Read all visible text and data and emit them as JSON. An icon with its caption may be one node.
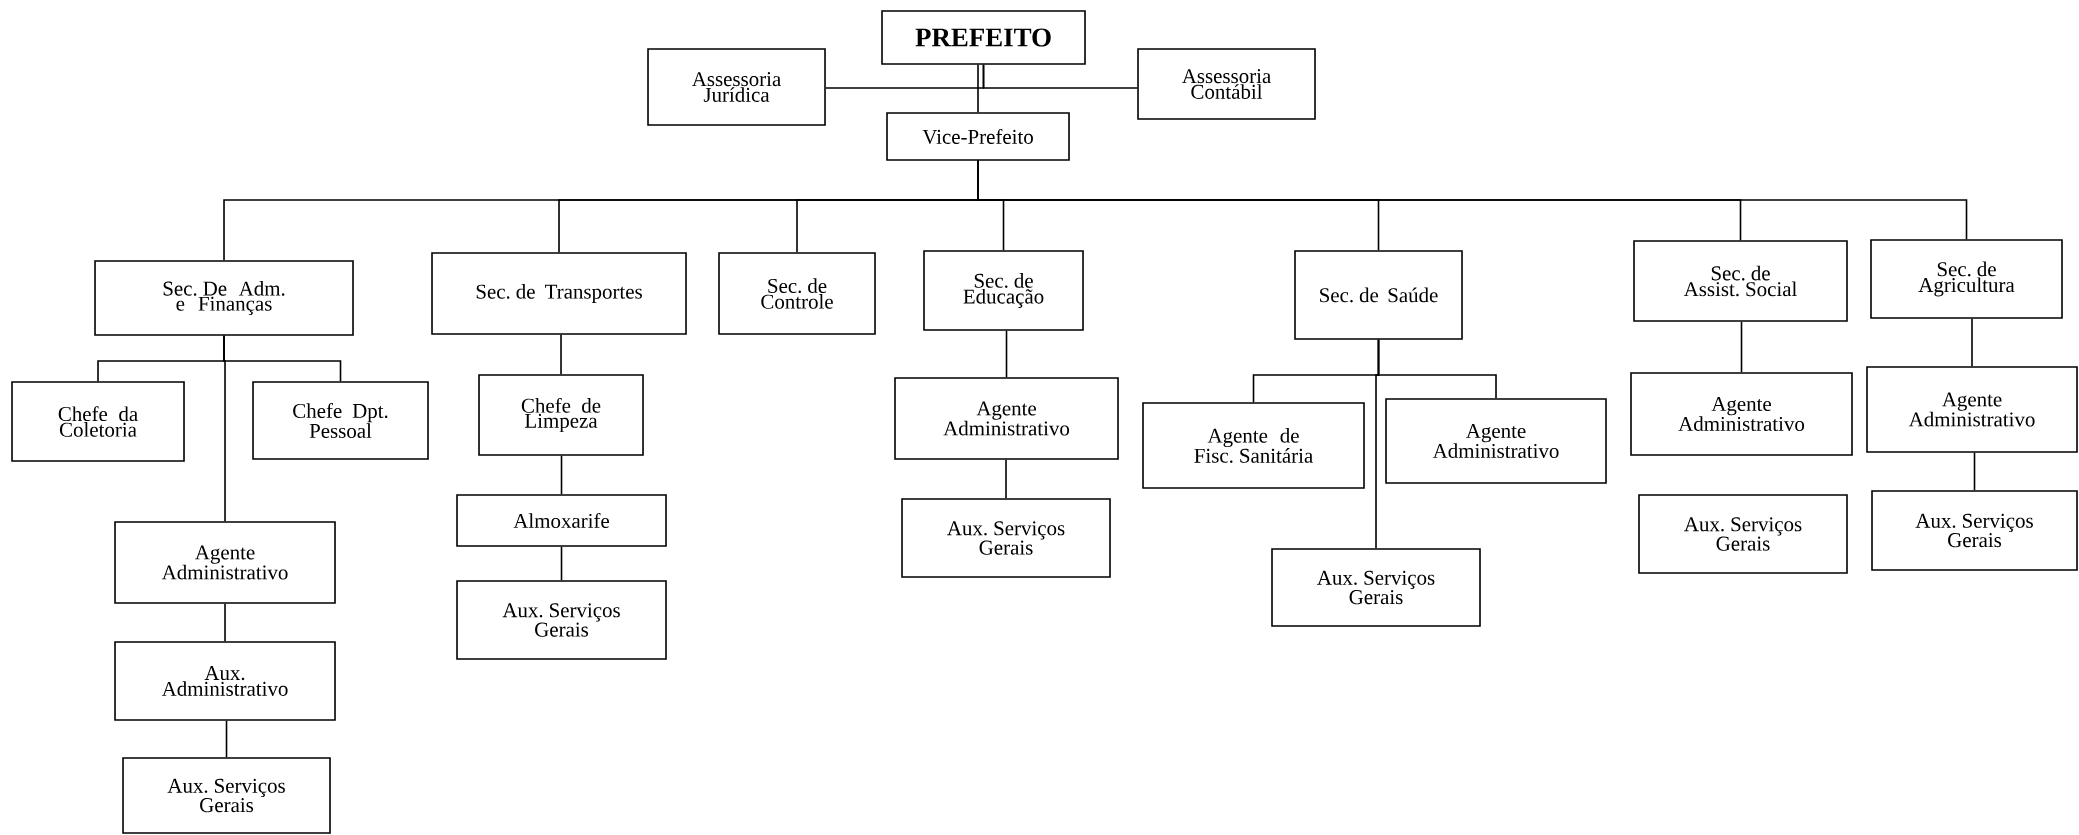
{
  "diagram": {
    "nodes": [
      {
        "text": [
          "PREFEITO"
        ]
      },
      {
        "text": [
          "Assessoria Jurídica"
        ]
      },
      {
        "text": [
          "Assessoria Contábil"
        ]
      },
      {
        "text": [
          "Vice-Prefeito"
        ]
      },
      {
        "text": [
          "Sec. De Adm. e Finanças"
        ]
      },
      {
        "text": [
          "Sec. de Transportes"
        ]
      },
      {
        "text": [
          "Sec. de Controle"
        ]
      },
      {
        "text": [
          "Sec. de Educação"
        ]
      },
      {
        "text": [
          "Sec. de Saúde"
        ]
      },
      {
        "text": [
          "Sec. de Assist. Social"
        ]
      },
      {
        "text": [
          "Sec. de Agricultura"
        ]
      },
      {
        "text": [
          "Chefe da Coletoria"
        ]
      },
      {
        "text": [
          "Chefe Dpt. Pessoal"
        ]
      },
      {
        "text": [
          "Agente Administrativo"
        ]
      },
      {
        "text": [
          "Aux. Administrativo"
        ]
      },
      {
        "text": [
          "Aux. Serviços Gerais"
        ]
      },
      {
        "text": [
          "Chefe de Limpeza"
        ]
      },
      {
        "text": [
          "Almoxarife"
        ]
      },
      {
        "text": [
          "Aux. Serviços Gerais"
        ]
      },
      {
        "text": [
          "Agente Administrativo"
        ]
      },
      {
        "text": [
          "Aux. Serviços Gerais"
        ]
      },
      {
        "text": [
          "Agente de Fisc. Sanitária"
        ]
      },
      {
        "text": [
          "Agente Administrativo"
        ]
      },
      {
        "text": [
          "Aux. Serviços Gerais"
        ]
      },
      {
        "text": [
          "Agente Administrativo"
        ]
      },
      {
        "text": [
          "Aux. Serviços Gerais"
        ]
      },
      {
        "text": [
          "Agente Administrativo"
        ]
      },
      {
        "text": [
          "Aux. Serviços Gerais"
        ]
      }
    ],
    "edges": [
      {
        "from": 0,
        "to": 1,
        "arrow": "none"
      },
      {
        "from": 0,
        "to": 2,
        "arrow": "none"
      },
      {
        "from": 0,
        "to": 3,
        "arrow": "none"
      },
      {
        "from": 3,
        "to": 4,
        "arrow": "none"
      },
      {
        "from": 3,
        "to": 5,
        "arrow": "none"
      },
      {
        "from": 3,
        "to": 6,
        "arrow": "none"
      },
      {
        "from": 3,
        "to": 7,
        "arrow": "none"
      },
      {
        "from": 3,
        "to": 8,
        "arrow": "none"
      },
      {
        "from": 3,
        "to": 9,
        "arrow": "none"
      },
      {
        "from": 3,
        "to": 10,
        "arrow": "none"
      },
      {
        "from": 4,
        "to": 11,
        "arrow": "none"
      },
      {
        "from": 4,
        "to": 12,
        "arrow": "none"
      },
      {
        "from": 4,
        "to": 13,
        "arrow": "none"
      },
      {
        "from": 13,
        "to": 14,
        "arrow": "none"
      },
      {
        "from": 14,
        "to": 15,
        "arrow": "none"
      },
      {
        "from": 5,
        "to": 16,
        "arrow": "none"
      },
      {
        "from": 16,
        "to": 17,
        "arrow": "none"
      },
      {
        "from": 17,
        "to": 18,
        "arrow": "none"
      },
      {
        "from": 7,
        "to": 19,
        "arrow": "none"
      },
      {
        "from": 19,
        "to": 20,
        "arrow": "none"
      },
      {
        "from": 8,
        "to": 21,
        "arrow": "none"
      },
      {
        "from": 8,
        "to": 22,
        "arrow": "none"
      },
      {
        "from": 8,
        "to": 23,
        "arrow": "none"
      },
      {
        "from": 9,
        "to": 24,
        "arrow": "none"
      },
      {
        "from": 10,
        "to": 26,
        "arrow": "none"
      },
      {
        "from": 26,
        "to": 27,
        "arrow": "none"
      }
    ]
  }
}
